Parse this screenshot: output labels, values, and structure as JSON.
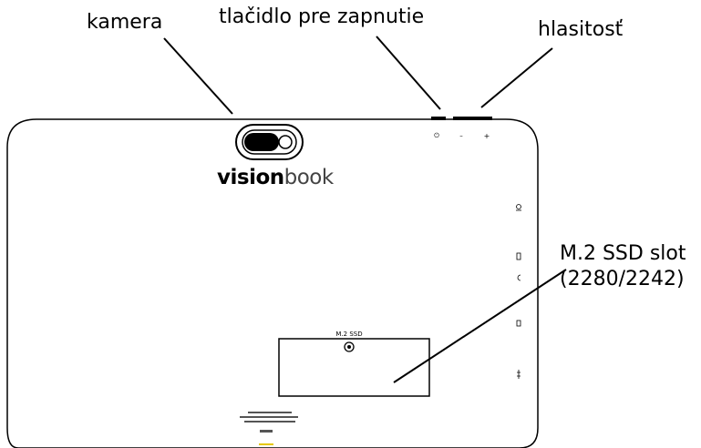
{
  "callouts": {
    "camera": "kamera",
    "power": "tlačidlo pre zapnutie",
    "volume": "hlasitosť",
    "ssd_line1": "M.2 SSD slot",
    "ssd_line2": "(2280/2242)"
  },
  "device": {
    "logo_bold": "vision",
    "logo_light": "book",
    "ssd_cover_label": "M.2 SSD",
    "button_symbols": {
      "power": "⏻",
      "vol_down": "–",
      "vol_up": "+"
    }
  },
  "colors": {
    "outline": "#000000",
    "background": "#ffffff"
  }
}
